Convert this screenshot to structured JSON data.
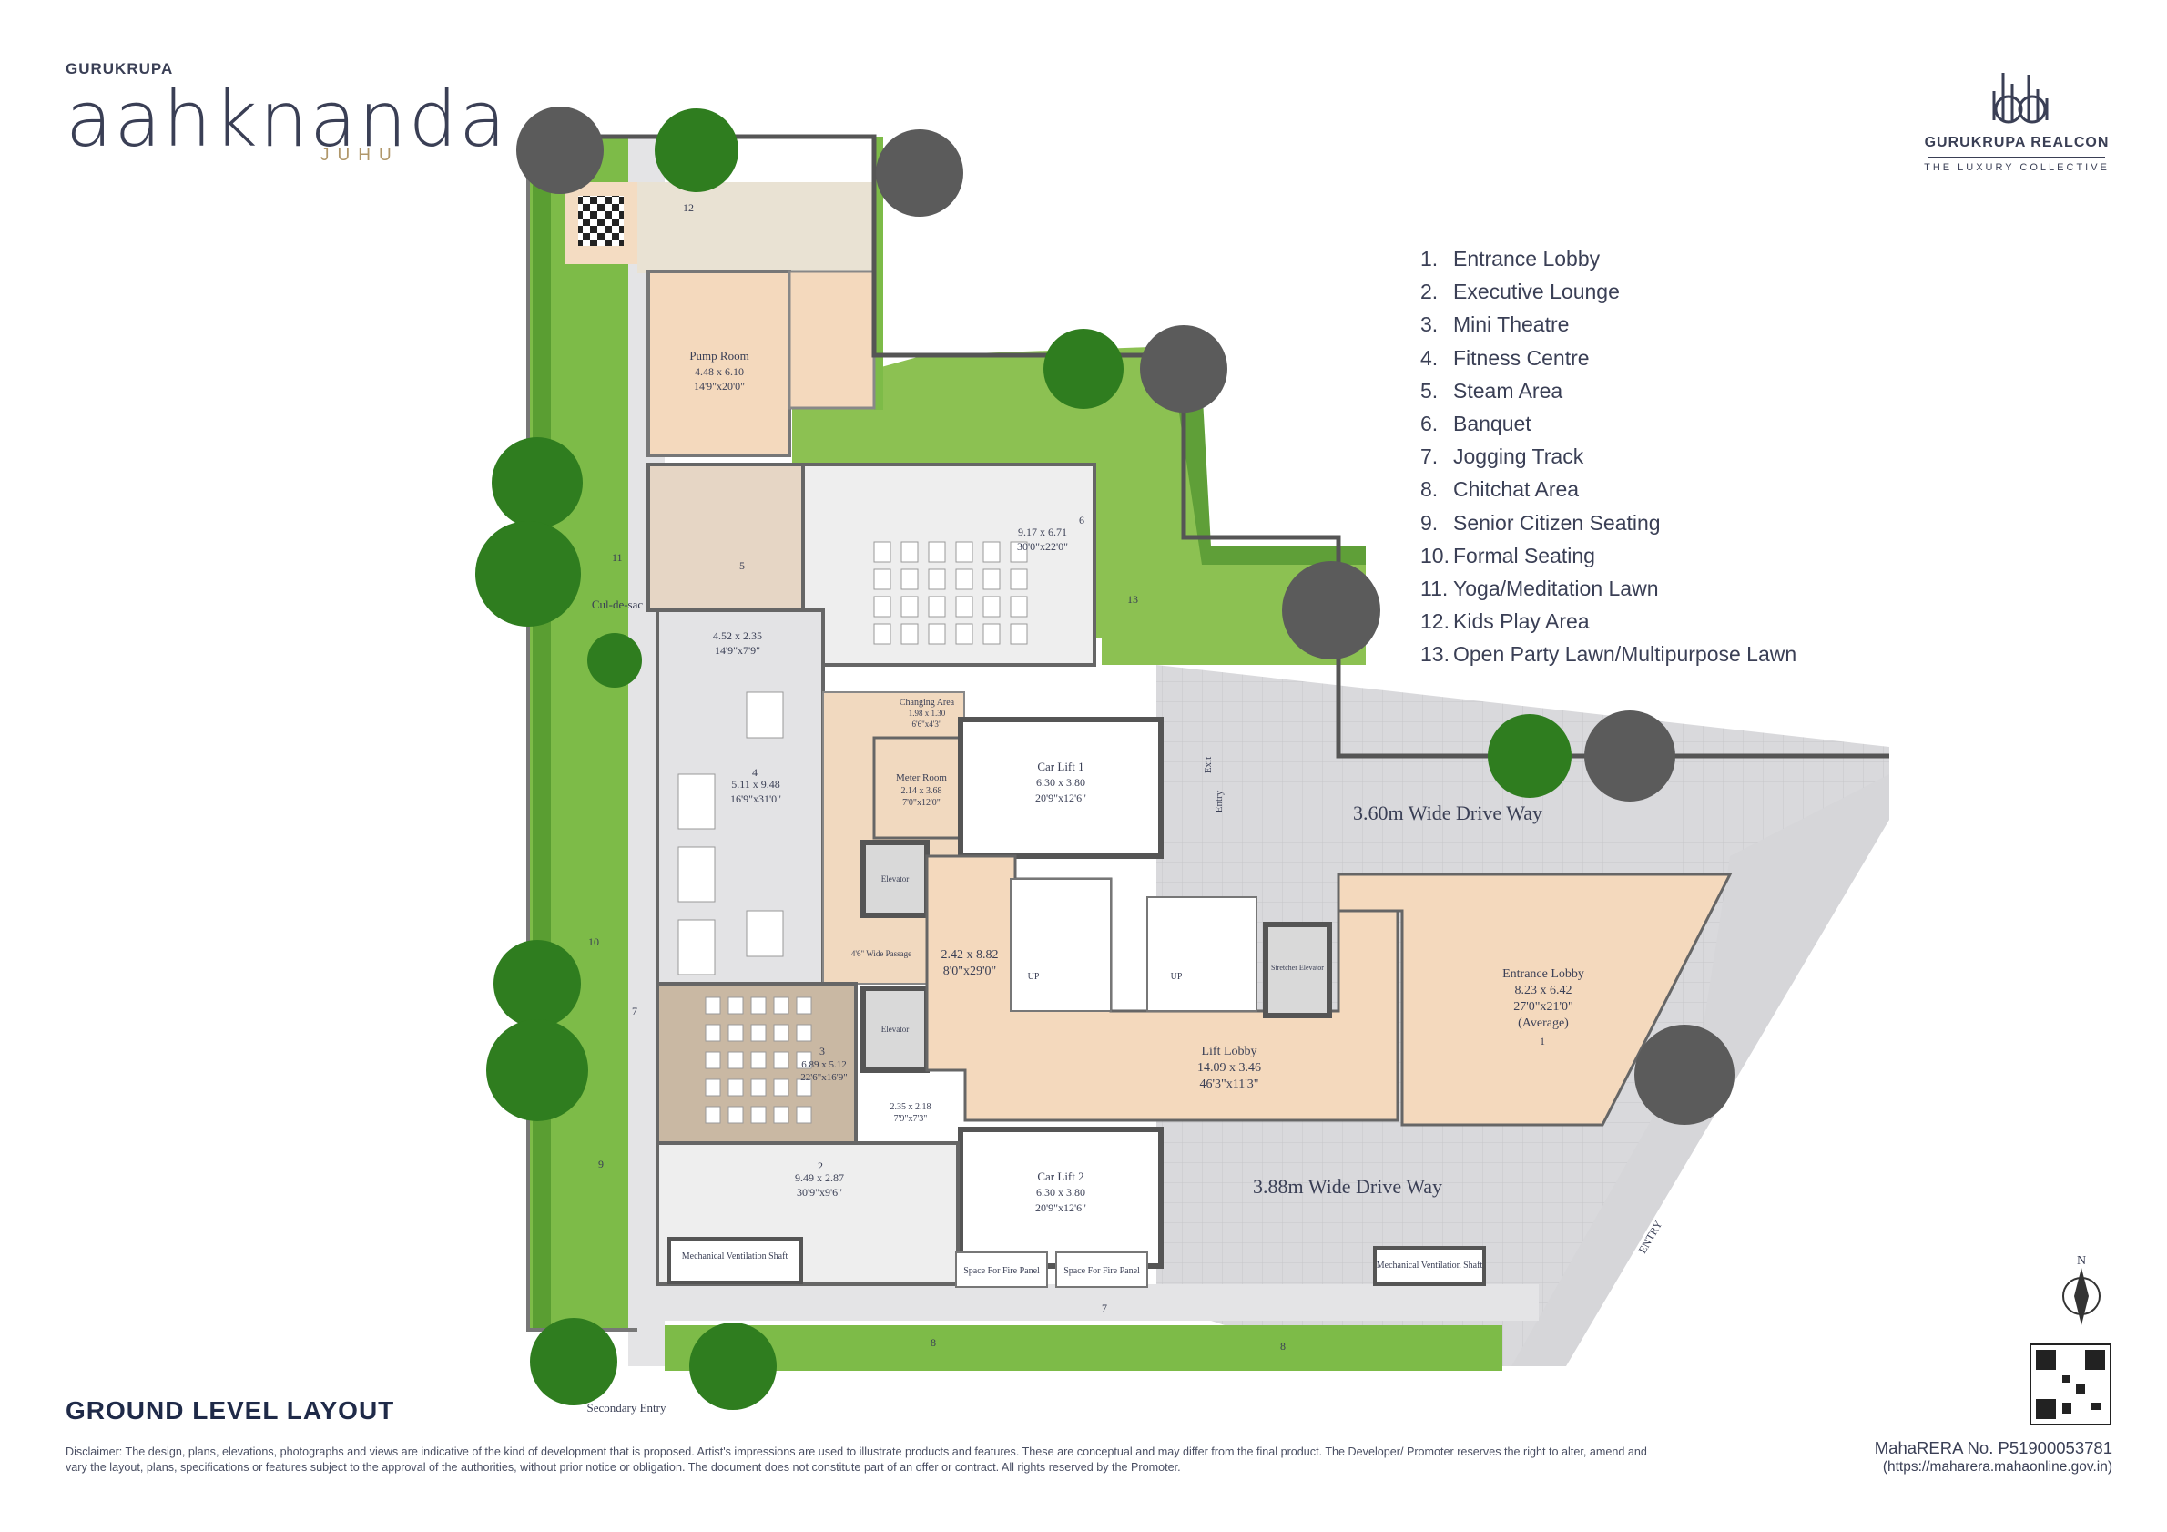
{
  "brand": {
    "group": "GURUKRUPA",
    "project": "aahknanda",
    "location": "JUHU",
    "developer": "GURUKRUPA REALCON",
    "tagline": "THE LUXURY COLLECTIVE"
  },
  "legend": [
    {
      "num": "1.",
      "label": "Entrance Lobby"
    },
    {
      "num": "2.",
      "label": "Executive Lounge"
    },
    {
      "num": "3.",
      "label": "Mini Theatre"
    },
    {
      "num": "4.",
      "label": "Fitness Centre"
    },
    {
      "num": "5.",
      "label": "Steam Area"
    },
    {
      "num": "6.",
      "label": "Banquet"
    },
    {
      "num": "7.",
      "label": "Jogging Track"
    },
    {
      "num": "8.",
      "label": "Chitchat Area"
    },
    {
      "num": "9.",
      "label": "Senior Citizen Seating"
    },
    {
      "num": "10.",
      "label": "Formal Seating"
    },
    {
      "num": "11.",
      "label": "Yoga/Meditation Lawn"
    },
    {
      "num": "12.",
      "label": "Kids Play Area"
    },
    {
      "num": "13.",
      "label": "Open Party Lawn/Multipurpose Lawn"
    }
  ],
  "plan": {
    "pump_room": {
      "name": "Pump Room",
      "metric": "4.48 x 6.10",
      "imperial": "14'9\"x20'0\""
    },
    "banquet": {
      "metric": "9.17 x 6.71",
      "imperial": "30'0\"x22'0\""
    },
    "fitness": {
      "metric": "5.11 x 9.48",
      "imperial": "16'9\"x31'0\""
    },
    "fitness_top": {
      "metric": "4.52 x 2.35",
      "imperial": "14'9\"x7'9\""
    },
    "meter_room": {
      "name": "Meter Room",
      "metric": "2.14 x 3.68",
      "imperial": "7'0\"x12'0\""
    },
    "changing": {
      "name": "Changing Area",
      "metric": "1.98 x 1.30",
      "imperial": "6'6\"x4'3\""
    },
    "car_lift_1": {
      "name": "Car Lift 1",
      "metric": "6.30 x 3.80",
      "imperial": "20'9\"x12'6\""
    },
    "car_lift_2": {
      "name": "Car Lift 2",
      "metric": "6.30 x 3.80",
      "imperial": "20'9\"x12'6\""
    },
    "passage": {
      "metric": "2.42 x 8.82",
      "imperial": "8'0\"x29'0\""
    },
    "passage_label": "4'6\" Wide Passage",
    "theatre": {
      "metric": "6.89 x 5.12",
      "imperial": "22'6\"x16'9\""
    },
    "lounge": {
      "metric": "9.49 x 2.87",
      "imperial": "30'9\"x9'6\""
    },
    "lift_lobby": {
      "name": "Lift Lobby",
      "metric": "14.09 x 3.46",
      "imperial": "46'3\"x11'3\""
    },
    "entrance_lobby": {
      "name": "Entrance Lobby",
      "metric": "8.23 x 6.42",
      "imperial": "27'0\"x21'0\"",
      "note": "(Average)"
    },
    "small_room": {
      "metric": "2.35 x 2.18",
      "imperial": "7'9\"x7'3\""
    },
    "drive_1": "3.60m Wide Drive Way",
    "drive_2": "3.88m Wide Drive Way",
    "mech_shaft": "Mechanical Ventilation Shaft",
    "fire_panel": "Space For Fire Panel",
    "cul_de_sac": "Cul-de-sac",
    "secondary_entry": "Secondary Entry",
    "entry": "ENTRY",
    "exit": "Exit",
    "entry_small": "Entry",
    "up": "UP",
    "elevator": "Elevator",
    "stretcher_elevator": "Stretcher Elevator",
    "north": "N"
  },
  "footer": {
    "title": "GROUND LEVEL LAYOUT",
    "disclaimer": "Disclaimer: The design, plans, elevations, photographs and views are indicative of the kind of development that is proposed. Artist's impressions are used to illustrate products and features. These are conceptual and may differ from the final product. The Developer/ Promoter reserves the right to alter, amend and vary the layout, plans, specifications or features subject to the approval of the authorities, without prior notice or obligation. The document does not constitute part of an offer or contract. All rights reserved by the Promoter.",
    "rera": "MahaRERA No. P51900053781",
    "rera_url": "(https://maharera.mahaonline.gov.in)"
  }
}
